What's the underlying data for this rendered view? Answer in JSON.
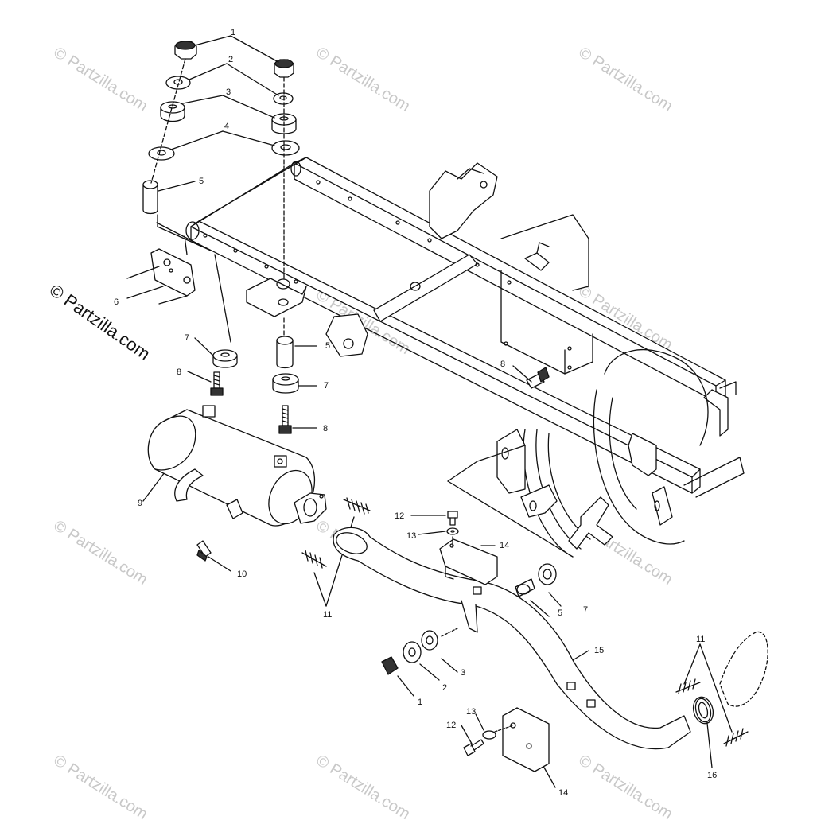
{
  "copyright": "© Partzilla.com",
  "watermark": "© Partzilla.com",
  "callouts": {
    "c1a": "1",
    "c2a": "2",
    "c3a": "3",
    "c4a": "4",
    "c5a": "5",
    "c6": "6",
    "c7a": "7",
    "c8a": "8",
    "c5b": "5",
    "c7b": "7",
    "c8b": "8",
    "c8c": "8",
    "c9": "9",
    "c10": "10",
    "c11a": "11",
    "c12a": "12",
    "c13a": "13",
    "c14a": "14",
    "c5c": "5",
    "c7c": "7",
    "c15": "15",
    "c3b": "3",
    "c2b": "2",
    "c1b": "1",
    "c11b": "11",
    "c13b": "13",
    "c12b": "12",
    "c14b": "14",
    "c16": "16"
  },
  "colors": {
    "line": "#111111",
    "watermark": "#c8c8c8",
    "background": "#ffffff"
  }
}
